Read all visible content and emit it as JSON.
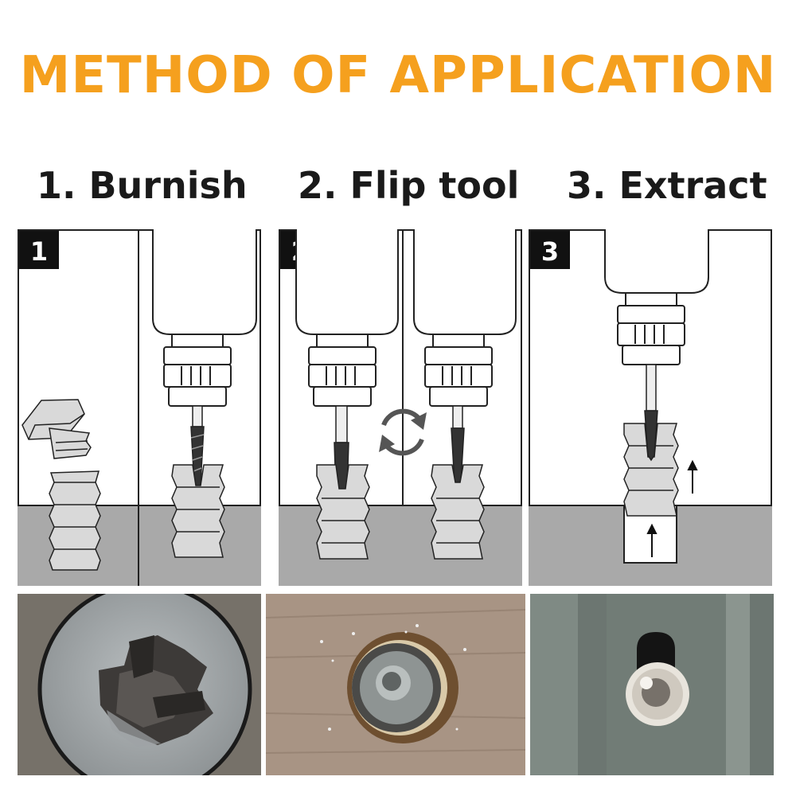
{
  "title": "METHOD OF APPLICATION",
  "colors": {
    "title": "#f5a01e",
    "ground": "#a9a9a9",
    "outline": "#222222",
    "screw": "#d9d9d9"
  },
  "steps": [
    {
      "label": "1. Burnish",
      "number": "1"
    },
    {
      "label": "2. Flip tool",
      "number": "2"
    },
    {
      "label": "3. Extract",
      "number": "3"
    }
  ],
  "icons": {
    "rotate": "rotate-arrows-icon",
    "up": "up-arrow-icon"
  }
}
